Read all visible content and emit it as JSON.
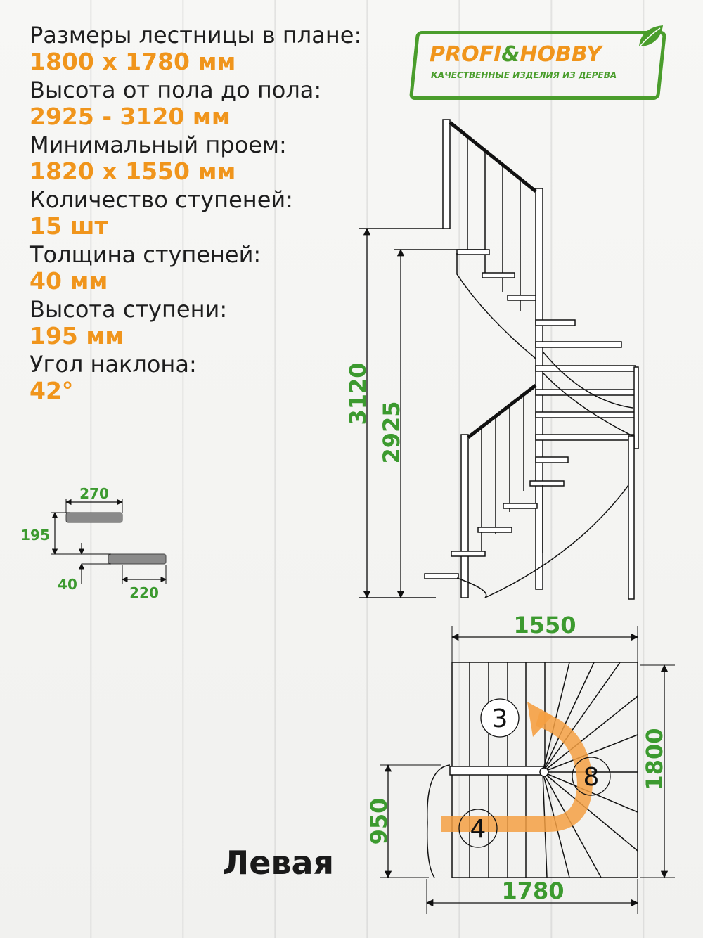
{
  "specs": [
    {
      "label": "Размеры лестницы в плане:",
      "value": "1800 x 1780 мм"
    },
    {
      "label": "Высота от пола до пола:",
      "value": "2925 - 3120 мм"
    },
    {
      "label": "Минимальный проем:",
      "value": "1820 x 1550 мм"
    },
    {
      "label": "Количество ступеней:",
      "value": "15 шт"
    },
    {
      "label": "Толщина ступеней:",
      "value": "40 мм"
    },
    {
      "label": "Высота ступени:",
      "value": "195 мм"
    },
    {
      "label": "Угол наклона:",
      "value": "42°"
    }
  ],
  "logo": {
    "brand_left": "PROFI",
    "brand_amp": "&",
    "brand_right": "HOBBY",
    "tagline": "КАЧЕСТВЕННЫЕ ИЗДЕЛИЯ ИЗ ДЕРЕВА",
    "icon": "leaf-icon"
  },
  "step_detail": {
    "tread_depth": "270",
    "step_height": "195",
    "thickness": "40",
    "going": "220"
  },
  "elevation": {
    "height_total": "3120",
    "height_floor": "2925"
  },
  "plan": {
    "width_top": "1550",
    "depth_right": "1800",
    "width_bottom": "1780",
    "landing_height": "950",
    "flight_labels": [
      "3",
      "8",
      "4"
    ]
  },
  "variant": "Левая",
  "colors": {
    "orange": "#f0951c",
    "green": "#3c9a2f",
    "text": "#1e1e1e"
  }
}
